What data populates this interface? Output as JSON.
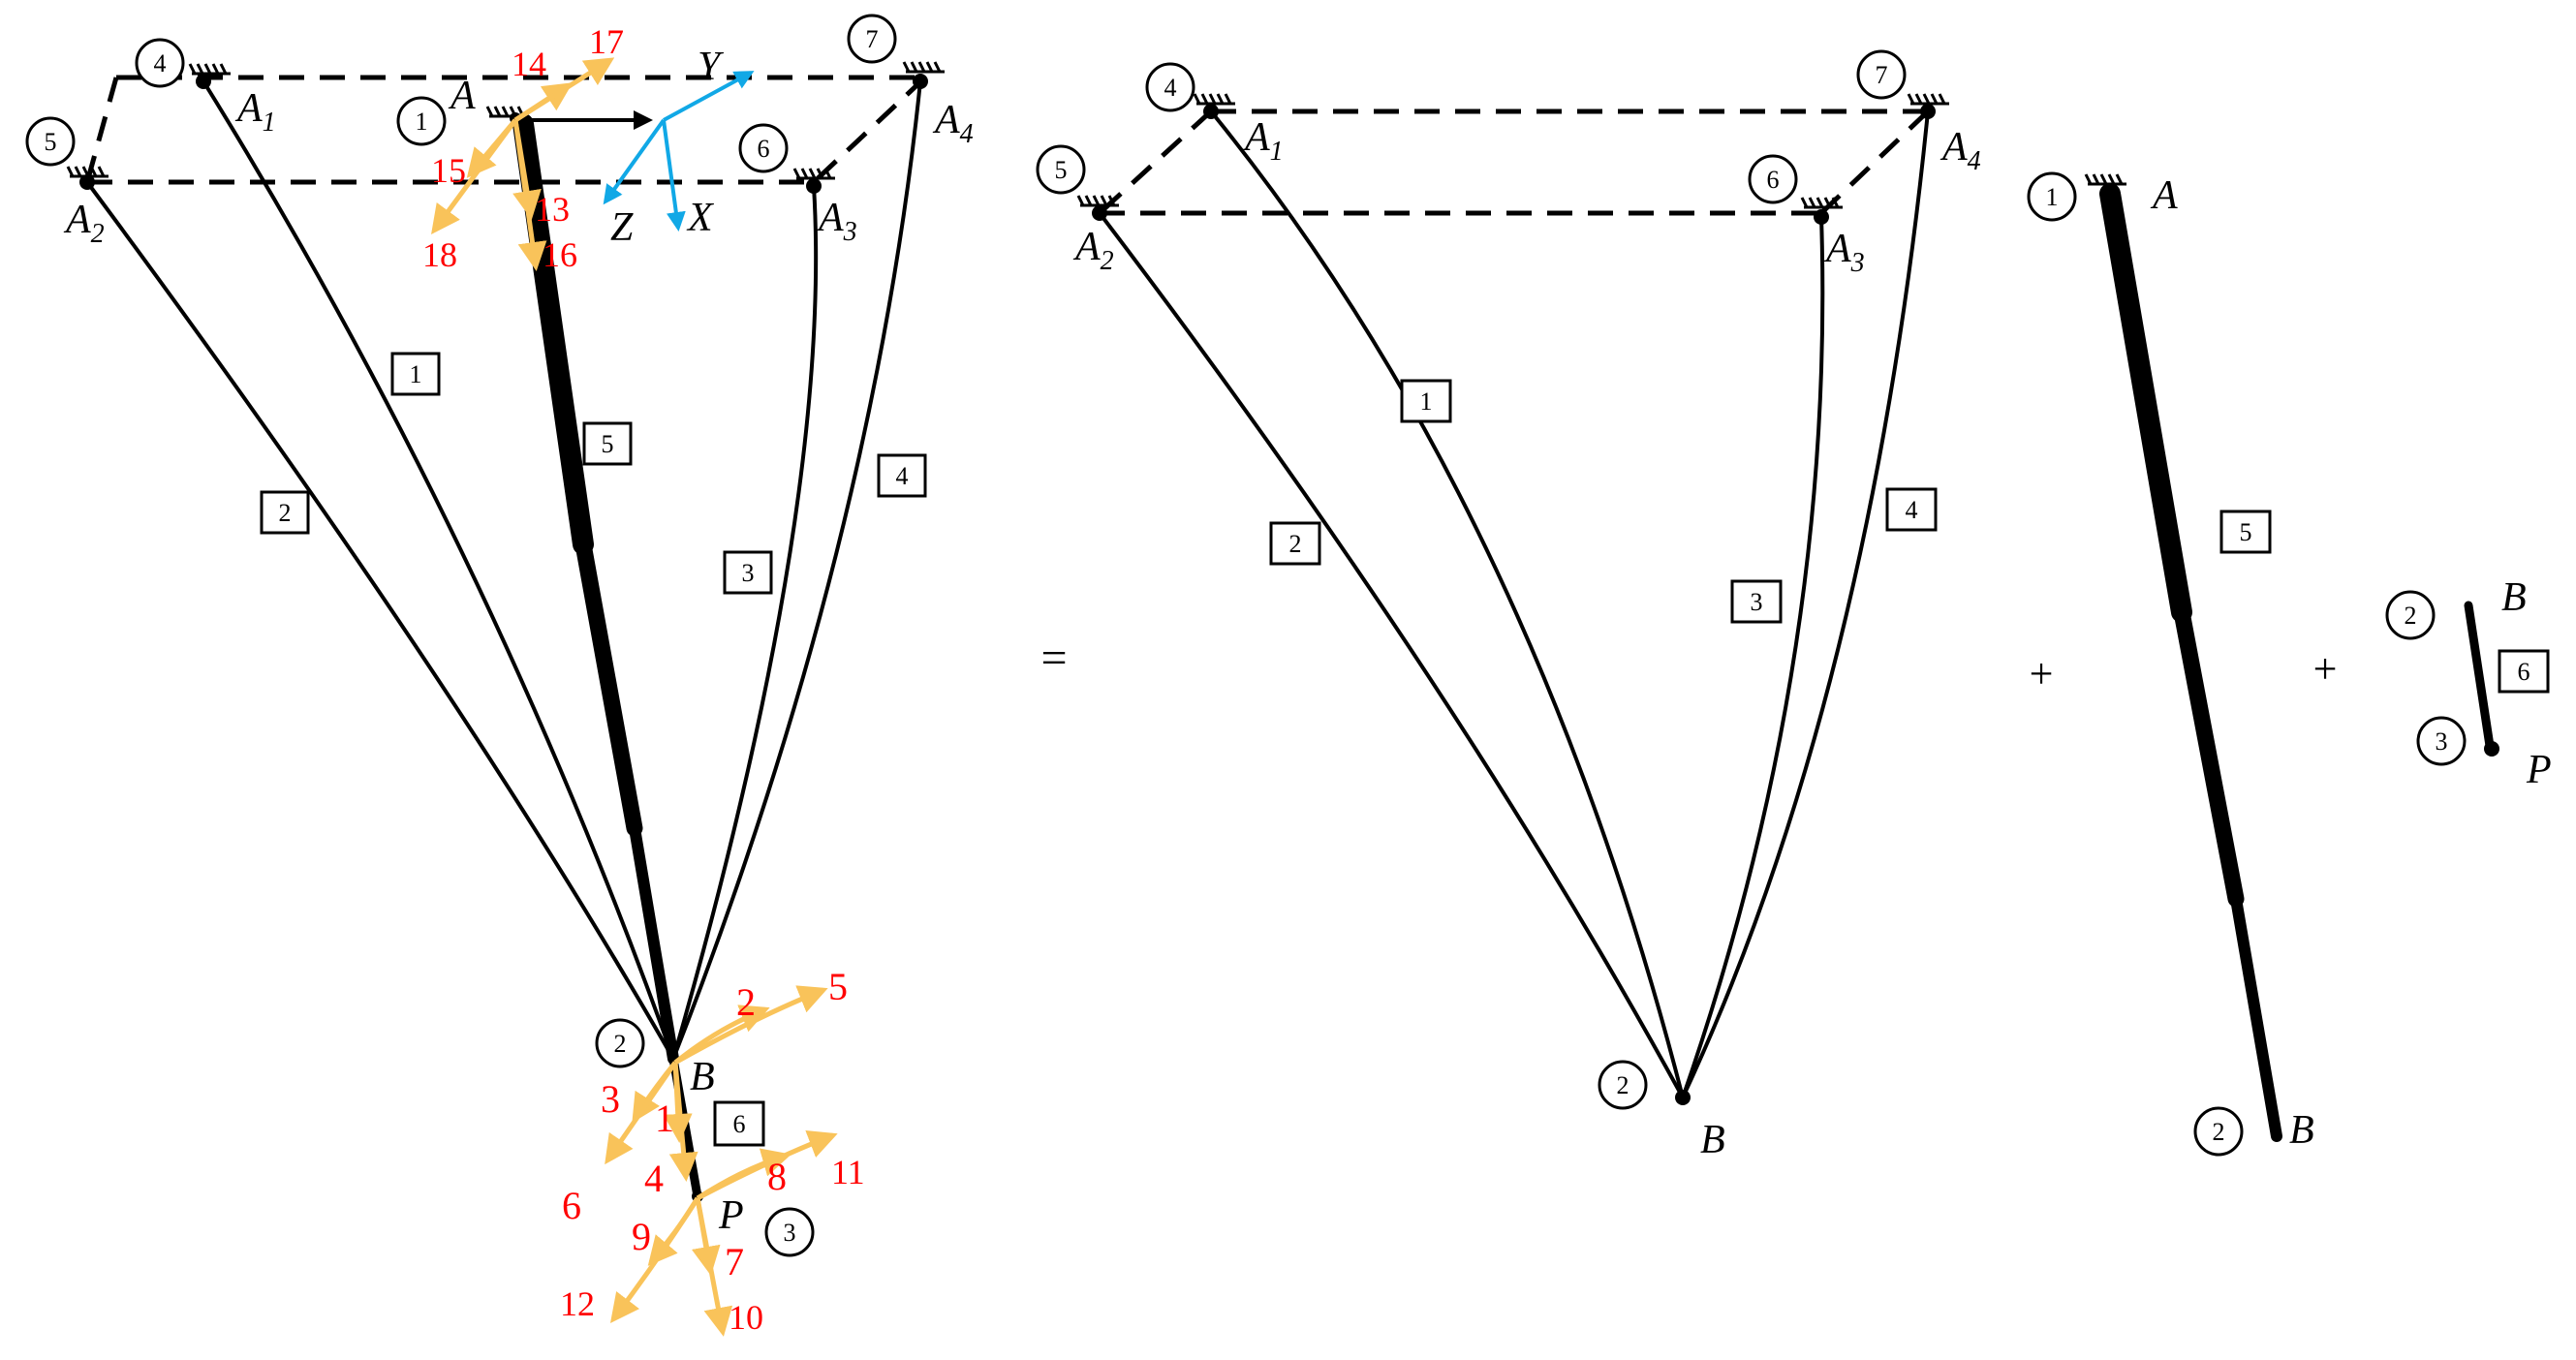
{
  "operators": {
    "equals": "=",
    "plus": "+"
  },
  "points": {
    "A": "A",
    "A1": "A",
    "A1_sub": "1",
    "A2": "A",
    "A2_sub": "2",
    "A3": "A",
    "A3_sub": "3",
    "A4": "A",
    "A4_sub": "4",
    "B": "B",
    "P": "P"
  },
  "axes": {
    "X": "X",
    "Y": "Y",
    "Z": "Z"
  },
  "node_ids": [
    "1",
    "2",
    "3",
    "4",
    "5",
    "6",
    "7"
  ],
  "element_ids": [
    "1",
    "2",
    "3",
    "4",
    "5",
    "6"
  ],
  "dof_labels": {
    "at_B": [
      "1",
      "2",
      "3",
      "4",
      "5",
      "6"
    ],
    "at_P": [
      "7",
      "8",
      "9",
      "10",
      "11",
      "12"
    ],
    "at_A": [
      "13",
      "14",
      "15",
      "16",
      "17",
      "18"
    ]
  },
  "colors": {
    "line": "#000000",
    "dof_arrow": "#f9c35a",
    "dof_label": "#ff0000",
    "axis_arrow": "#11a8e6"
  }
}
